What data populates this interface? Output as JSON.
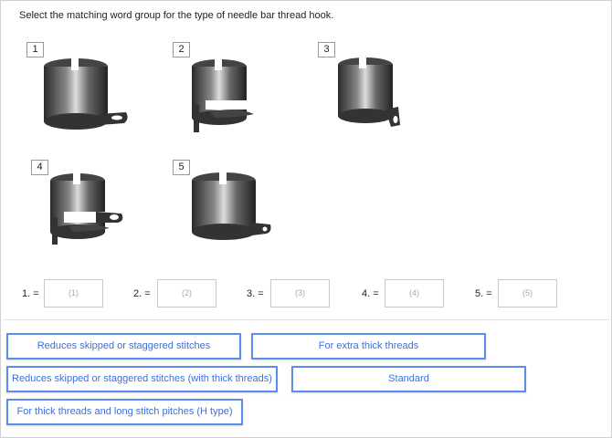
{
  "question": "Select the matching word group for the type of needle bar thread hook.",
  "images": [
    {
      "number": "1"
    },
    {
      "number": "2"
    },
    {
      "number": "3"
    },
    {
      "number": "4"
    },
    {
      "number": "5"
    }
  ],
  "answers": [
    {
      "label": "1. =",
      "placeholder": "(1)"
    },
    {
      "label": "2. =",
      "placeholder": "(2)"
    },
    {
      "label": "3. =",
      "placeholder": "(3)"
    },
    {
      "label": "4. =",
      "placeholder": "(4)"
    },
    {
      "label": "5. =",
      "placeholder": "(5)"
    }
  ],
  "options": [
    "Reduces skipped or staggered stitches",
    "For extra thick threads",
    "Reduces skipped or staggered stitches (with thick threads)",
    "Standard",
    "For thick threads and long stitch pitches (H type)"
  ]
}
